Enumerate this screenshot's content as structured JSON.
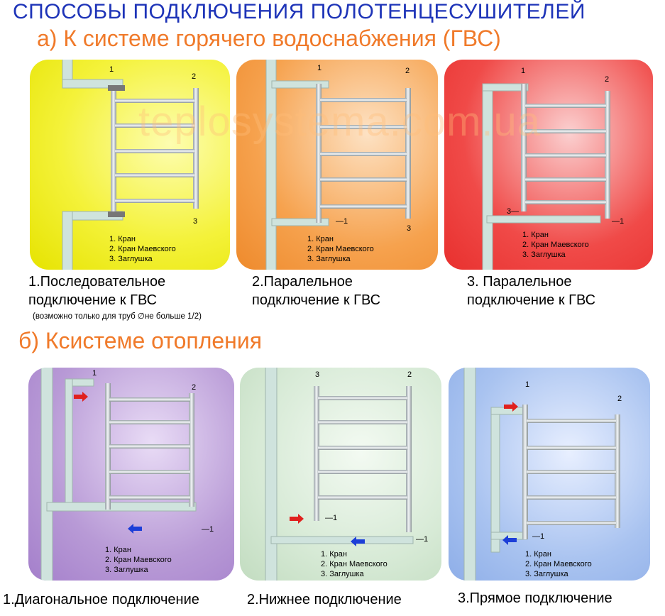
{
  "header": {
    "title": "СПОСОБЫ ПОДКЛЮЧЕНИЯ ПОЛОТЕНЦЕСУШИТЕЛЕЙ",
    "section_a": "а) К системе горячего водоснабжения (ГВС)",
    "section_b": "б) Ксистеме отопления",
    "watermark": "teplosystema.com.ua"
  },
  "legend": {
    "l1": "1. Кран",
    "l2": "2. Кран Маевского",
    "l3": "3. Заглушка"
  },
  "markers": {
    "m1": "1",
    "m2": "2",
    "m3": "3",
    "m1dash": "—1",
    "m3dash": "3—"
  },
  "captions": {
    "a1_line1": "1.Последовательное",
    "a1_line2": "подключение к ГВС",
    "a1_note": "(возможно только для труб ∅не больше 1/2)",
    "a2_line1": "2.Паралельное",
    "a2_line2": "подключение к ГВС",
    "a3_line1": "3. Паралельное",
    "a3_line2": "подключение к ГВС",
    "b1": "1.Диагональное подключение",
    "b2": "2.Нижнее подключение",
    "b3": "3.Прямое подключение"
  },
  "colors": {
    "title": "#1e34b8",
    "subtitle": "#f07a2a",
    "panel_yellow": "#f4f23a",
    "panel_orange": "#f6a24e",
    "panel_red": "#f04a48",
    "panel_purple": "#b89ad6",
    "panel_green": "#d7ead6",
    "panel_blue": "#a9c3f0",
    "arrow_red": "#e0201e",
    "arrow_blue": "#1c3ed8"
  }
}
